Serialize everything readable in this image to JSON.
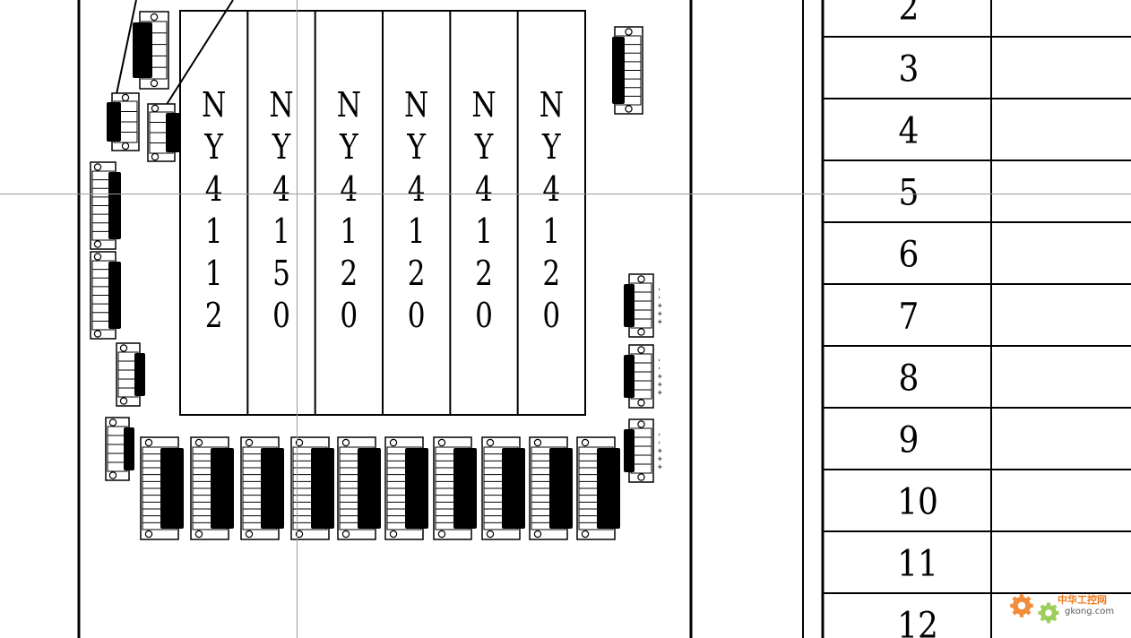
{
  "modules": [
    {
      "label": "NY4112"
    },
    {
      "label": "NY4150"
    },
    {
      "label": "NY4120"
    },
    {
      "label": "NY4120"
    },
    {
      "label": "NY4120"
    },
    {
      "label": "NY4120"
    }
  ],
  "right_connector_marks": [
    "-",
    "-",
    "+",
    "+",
    "+"
  ],
  "table_rows": [
    "2",
    "3",
    "4",
    "5",
    "6",
    "7",
    "8",
    "9",
    "10",
    "11",
    "12"
  ],
  "watermark": {
    "text": "中华工控网",
    "url": "gkong.com",
    "icon": "gear-icon",
    "colors": {
      "orange": "#f07a1a",
      "green": "#8cc63f"
    }
  },
  "colors": {
    "line": "#000000",
    "crosshair": "#9a9a9a",
    "background": "#ffffff"
  }
}
